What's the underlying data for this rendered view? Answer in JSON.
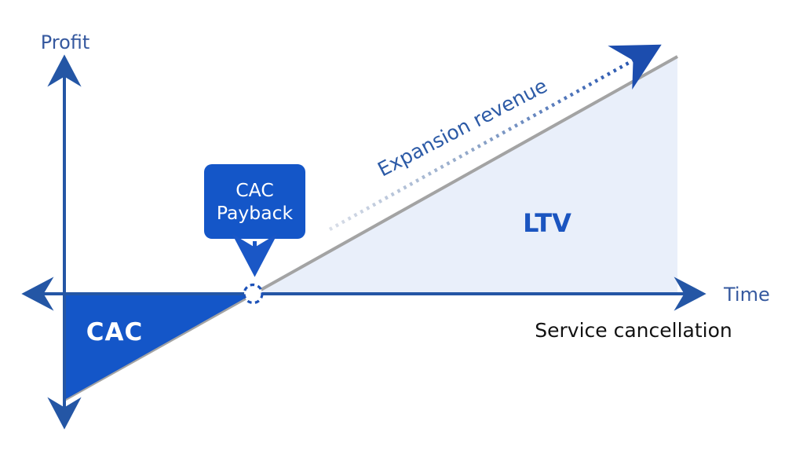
{
  "axes": {
    "y_label": "Profit",
    "x_label": "Time"
  },
  "areas": {
    "cac_label": "CAC",
    "ltv_label": "LTV"
  },
  "callout": {
    "line1": "CAC",
    "line2": "Payback"
  },
  "annotations": {
    "expansion_label": "Expansion revenue",
    "cancellation_label": "Service cancellation"
  },
  "colors": {
    "primary_blue": "#1456C8",
    "axis_blue": "#2456A5",
    "arrow_blue": "#1A57C6",
    "label_blue": "#36599F",
    "ltv_fill": "#E9EFFA",
    "ltv_text": "#1B55C0",
    "expansion_text": "#2C5AA6",
    "line_gray": "#A3A3A3",
    "dotted_start": "#D9DEE8",
    "dotted_mid": "#8FA6C8",
    "dotted_end": "#1C4DAE",
    "circle_stroke": "#1D52B8",
    "cancellation_text": "#121212",
    "white": "#FFFFFF"
  }
}
